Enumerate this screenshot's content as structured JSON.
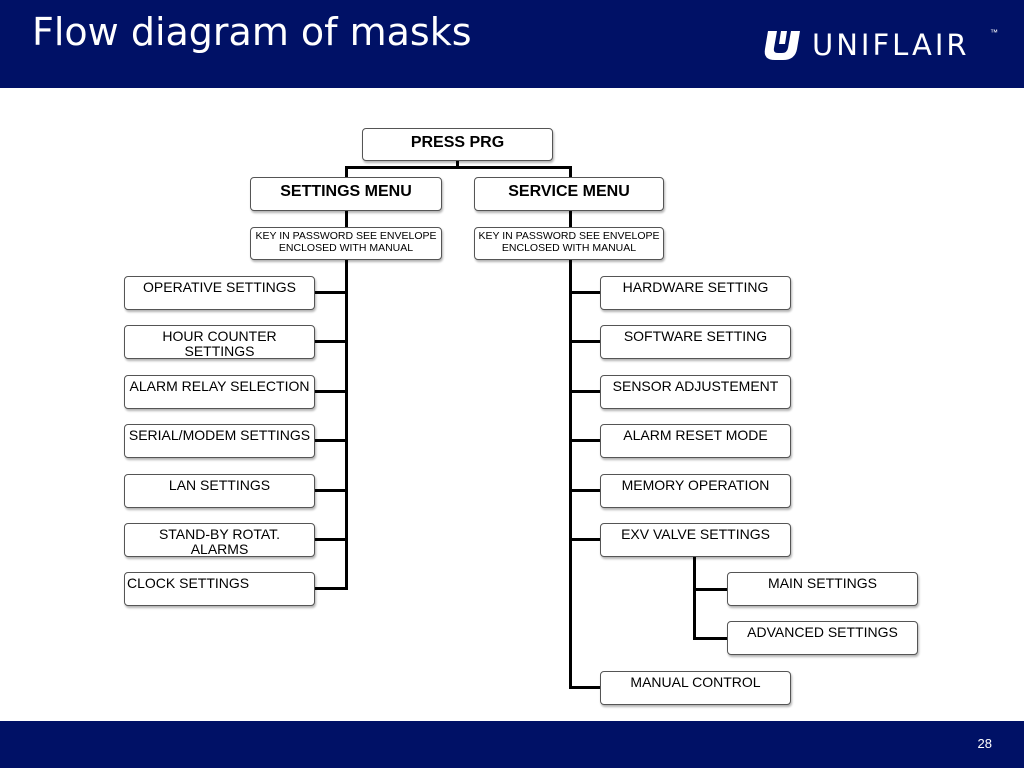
{
  "header": {
    "title": "Flow diagram of masks",
    "logo_text": "UNIFLAIR",
    "logo_tm": "™"
  },
  "colors": {
    "header_bg": "#001166",
    "footer_bg": "#001166",
    "connector": "#000000",
    "box_border": "#555555"
  },
  "diagram": {
    "root": "PRESS PRG",
    "settings_menu": {
      "title": "SETTINGS MENU",
      "password_note": "KEY IN PASSWORD SEE ENVELOPE ENCLOSED WITH MANUAL",
      "items": [
        "OPERATIVE SETTINGS",
        "HOUR COUNTER SETTINGS",
        "ALARM RELAY SELECTION",
        "SERIAL/MODEM SETTINGS",
        "LAN SETTINGS",
        "STAND-BY ROTAT. ALARMS",
        "CLOCK SETTINGS"
      ]
    },
    "service_menu": {
      "title": "SERVICE MENU",
      "password_note": "KEY IN PASSWORD SEE ENVELOPE ENCLOSED WITH MANUAL",
      "items": [
        "HARDWARE SETTING",
        "SOFTWARE SETTING",
        "SENSOR ADJUSTEMENT",
        "ALARM RESET MODE",
        "MEMORY OPERATION",
        "EXV VALVE SETTINGS",
        "MANUAL CONTROL"
      ],
      "exv_sub_items": [
        "MAIN SETTINGS",
        "ADVANCED SETTINGS"
      ]
    }
  },
  "footer": {
    "page_number": "28"
  }
}
